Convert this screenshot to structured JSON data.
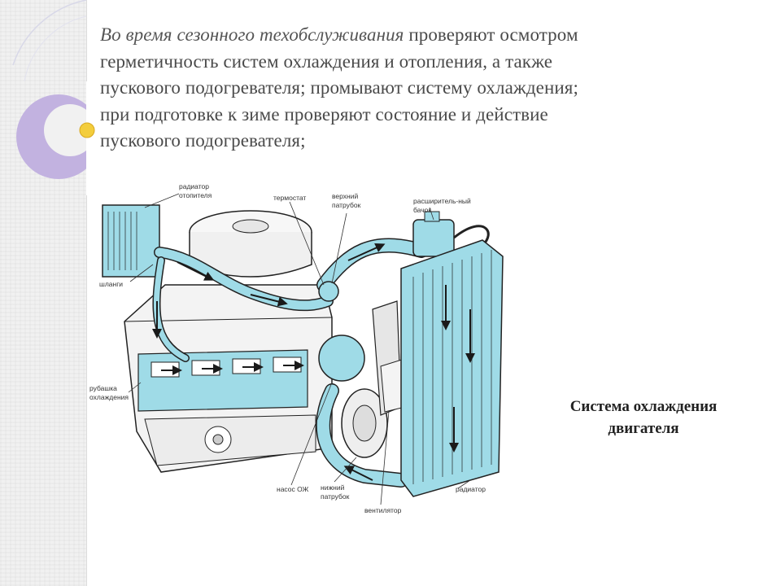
{
  "slide": {
    "paragraph": {
      "italic_part": "Во время  сезонного техобслуживания",
      "lines": [
        " проверяют осмотром",
        "герметичность систем охлаждения и отопления, а также",
        "пускового подогревателя; промывают систему охлаждения;",
        "при подготовке к зиме проверяют состояние и действие",
        "пускового подогревателя;"
      ]
    },
    "caption": [
      "Система охлаждения",
      "двигателя"
    ]
  },
  "diagram": {
    "labels": {
      "heater_radiator": [
        "радиатор",
        "отопителя"
      ],
      "thermostat": "термостат",
      "upper_hose": [
        "верхний",
        "патрубок"
      ],
      "expansion_tank": [
        "расширитель-ный",
        "бачок"
      ],
      "hoses": "шланги",
      "cooling_jacket": [
        "рубашка",
        "охлаждения"
      ],
      "pump": "насос ОЖ",
      "lower_hose": [
        "нижний",
        "патрубок"
      ],
      "fan": "вентилятор",
      "radiator": "радиатор"
    }
  },
  "colors": {
    "coolant": "#8fd3e0",
    "coolant_dark": "#5bb6c9",
    "outline": "#222222",
    "accent_purple": "#b9a4d9",
    "accent_yellow": "#f4d24a"
  }
}
